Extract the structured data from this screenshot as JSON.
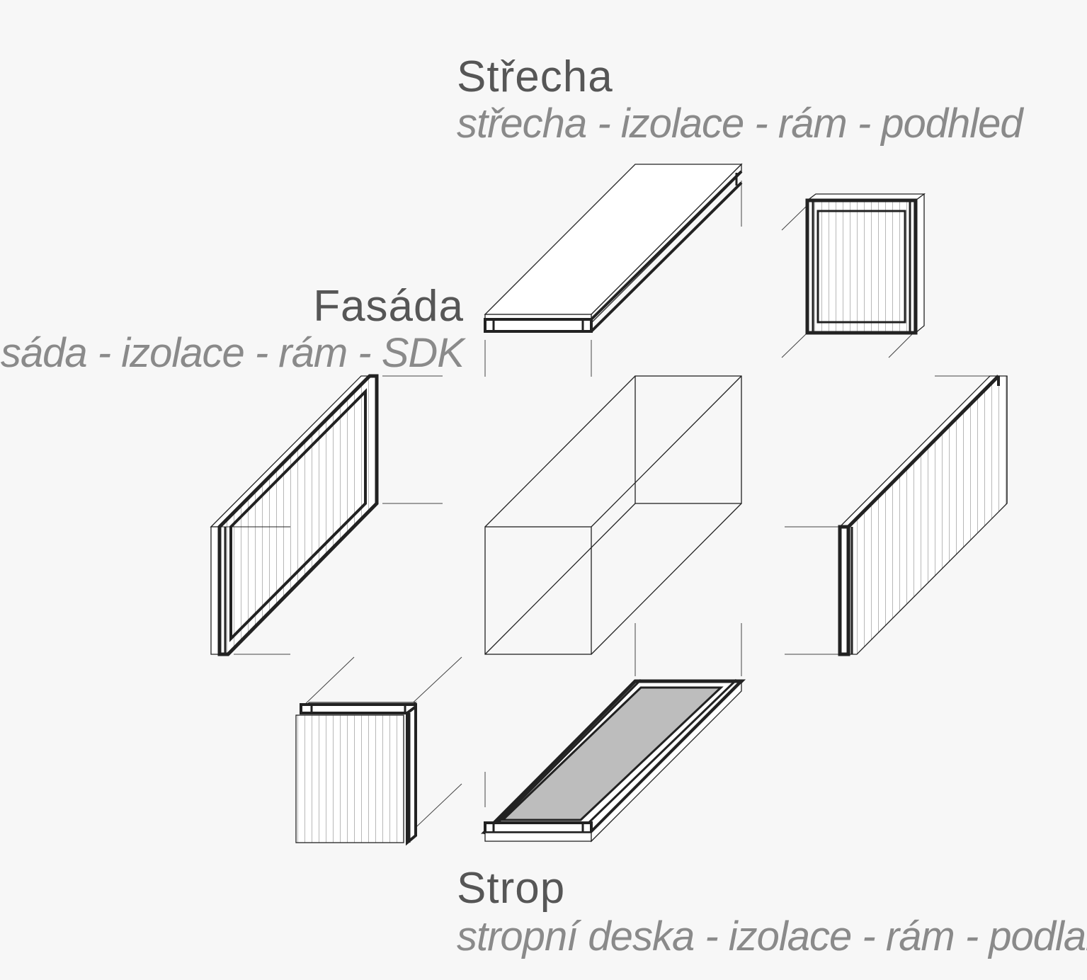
{
  "labels": {
    "roof": {
      "title": "Střecha",
      "layers": "střecha - izolace - rám - podhled"
    },
    "facade": {
      "title": "Fasáda",
      "layers": "fasáda - izolace - rám - SDK"
    },
    "floor": {
      "title": "Strop",
      "layers": "stropní deska - izolace - rám - podlaha"
    }
  },
  "colors": {
    "background": "#f7f7f7",
    "line": "#222222",
    "title": "#565656",
    "subtitle": "#8a8a8a",
    "floor_fill": "#bdbdbd"
  }
}
